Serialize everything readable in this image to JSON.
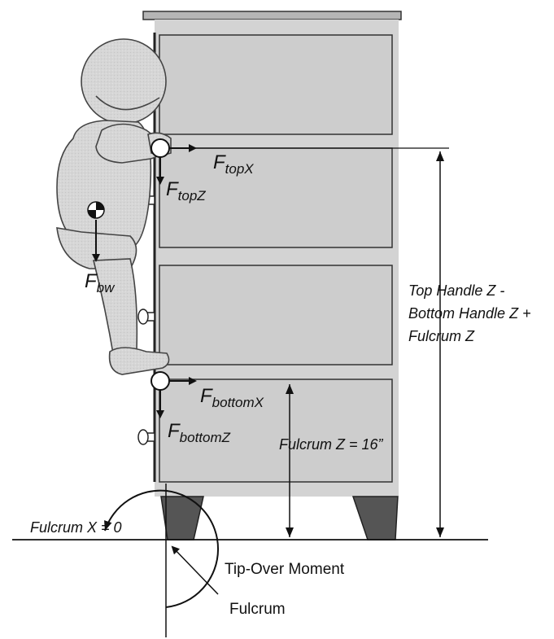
{
  "labels": {
    "f_top_x": {
      "main": "F",
      "sub": "topX"
    },
    "f_top_z": {
      "main": "F",
      "sub": "topZ"
    },
    "f_bw": {
      "main": "F",
      "sub": "bw"
    },
    "f_bottom_x": {
      "main": "F",
      "sub": "bottomX"
    },
    "f_bottom_z": {
      "main": "F",
      "sub": "bottomZ"
    },
    "top_handle_note": [
      "Top Handle Z -",
      "Bottom Handle Z +",
      "Fulcrum Z"
    ],
    "fulcrum_z": "Fulcrum Z = 16”",
    "fulcrum_x": "Fulcrum X = 0",
    "tip_over_moment": "Tip-Over Moment",
    "fulcrum": "Fulcrum"
  }
}
